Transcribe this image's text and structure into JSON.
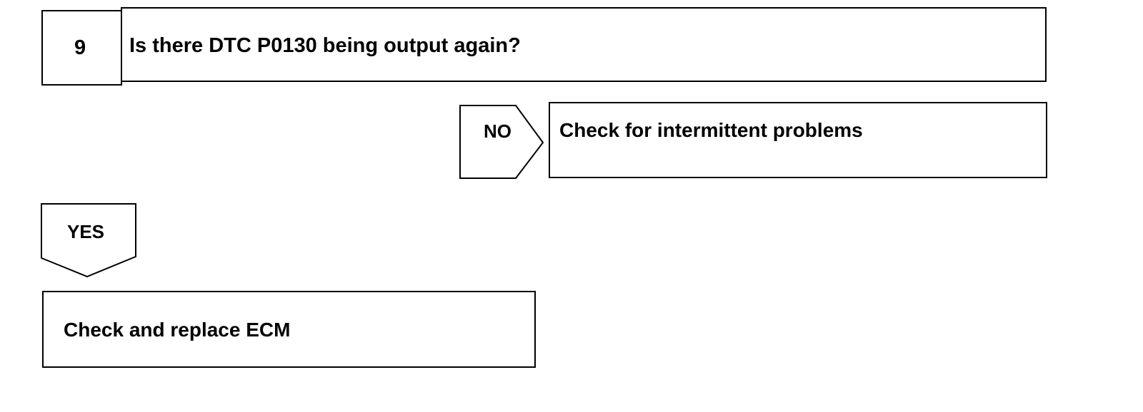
{
  "step": {
    "number": "9",
    "question": "Is there DTC P0130 being output again?"
  },
  "no_branch": {
    "label": "NO",
    "result": "Check for intermittent problems"
  },
  "yes_branch": {
    "label": "YES",
    "result": "Check and replace ECM"
  }
}
